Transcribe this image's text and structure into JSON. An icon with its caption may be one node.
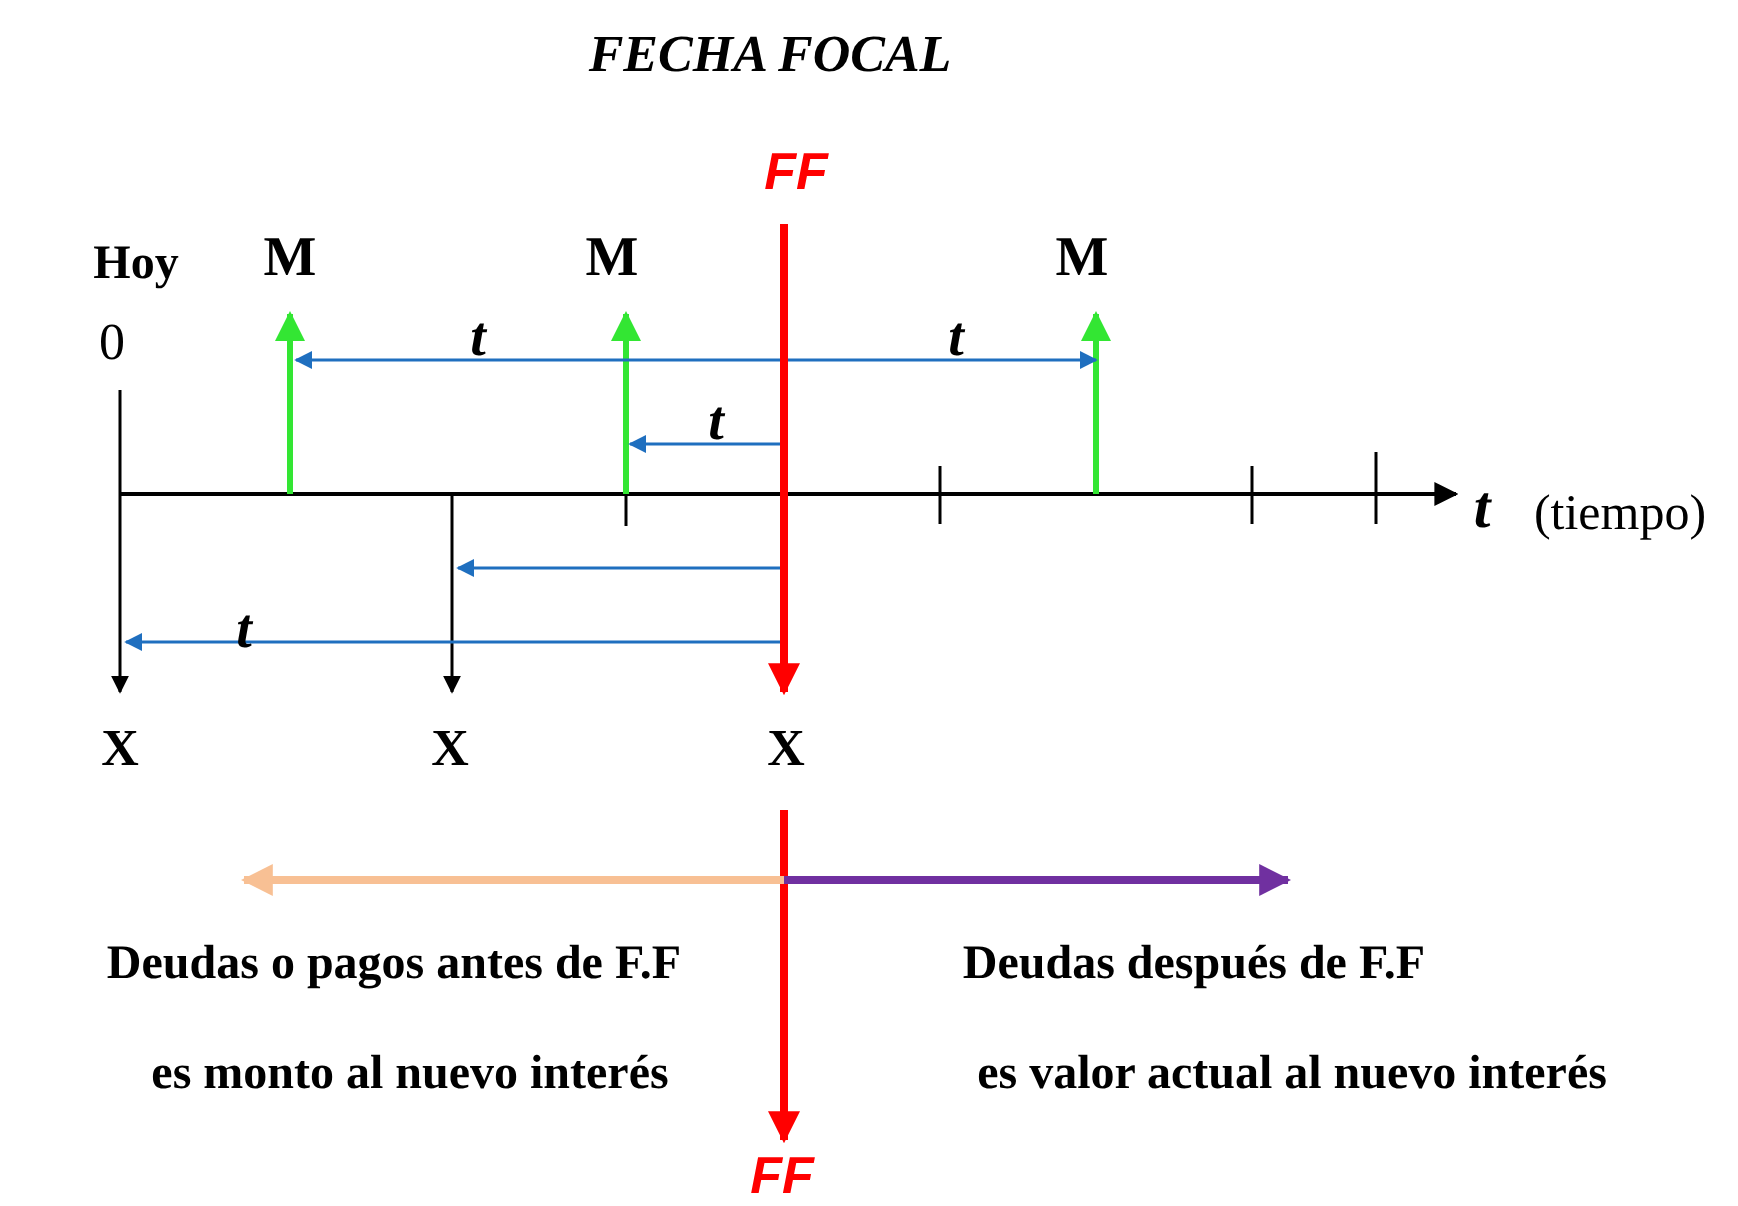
{
  "diagram": {
    "title": "FECHA FOCAL",
    "labels": [
      "FF",
      "Hoy",
      "M",
      "M",
      "M",
      "0",
      "t",
      "t",
      "t",
      "t",
      "(tiempo)",
      "t",
      "X",
      "X",
      "X",
      "Deudas o pagos antes de F.F",
      "Deudas después de F.F",
      "es monto al nuevo interés",
      "es valor actual al nuevo interés",
      "FF"
    ]
  }
}
